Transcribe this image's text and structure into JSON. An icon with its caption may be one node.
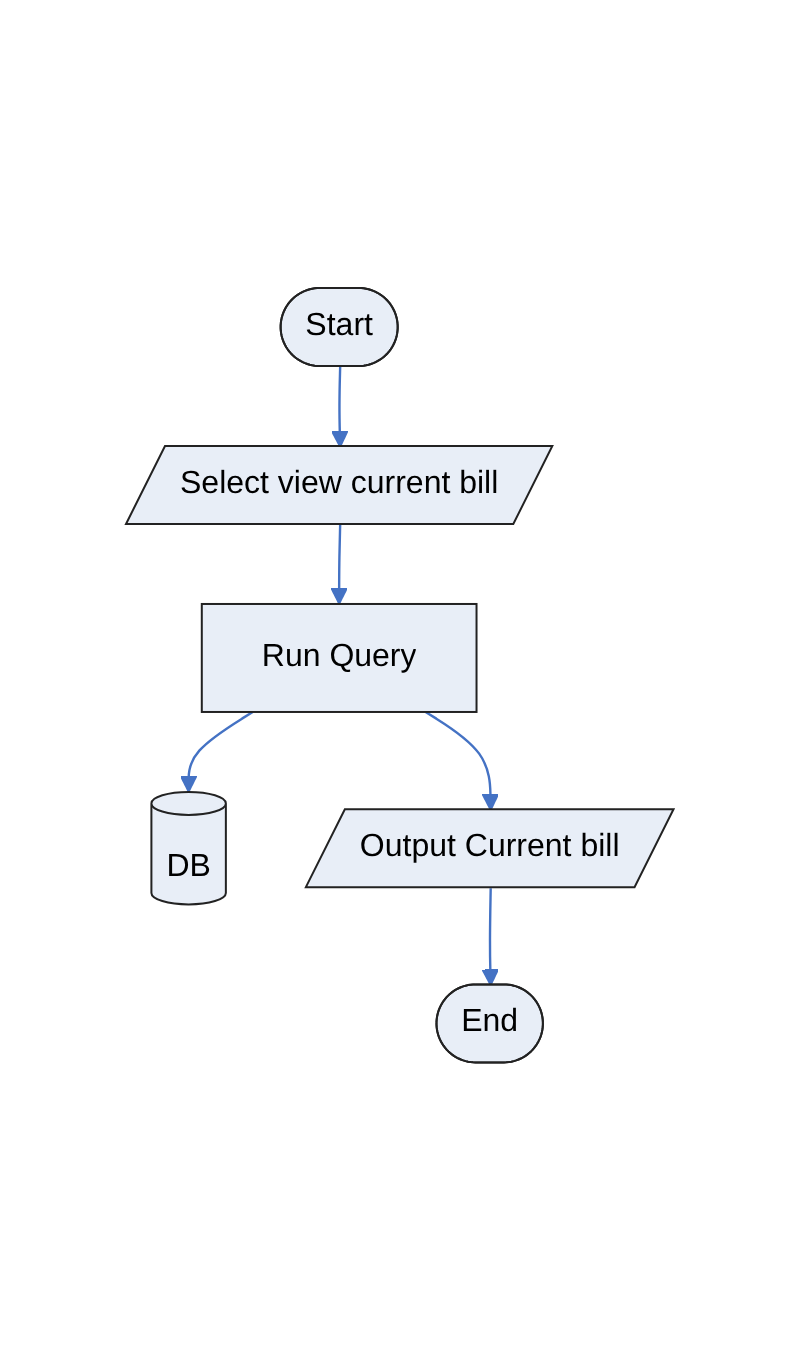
{
  "diagram": {
    "nodes": [
      {
        "text": [
          "Start"
        ]
      },
      {
        "text": [
          "Select view current bill"
        ]
      },
      {
        "text": [
          "Run Query"
        ]
      },
      {
        "text": [
          "DB"
        ]
      },
      {
        "text": [
          "Output Current bill"
        ]
      },
      {
        "text": [
          "End"
        ]
      }
    ],
    "edges": [
      {
        "from": 0,
        "to": 1,
        "arrow": "to"
      },
      {
        "from": 1,
        "to": 2,
        "arrow": "to"
      },
      {
        "from": 2,
        "to": 3,
        "arrow": "to"
      },
      {
        "from": 2,
        "to": 4,
        "arrow": "to"
      },
      {
        "from": 4,
        "to": 5,
        "arrow": "to"
      }
    ]
  }
}
